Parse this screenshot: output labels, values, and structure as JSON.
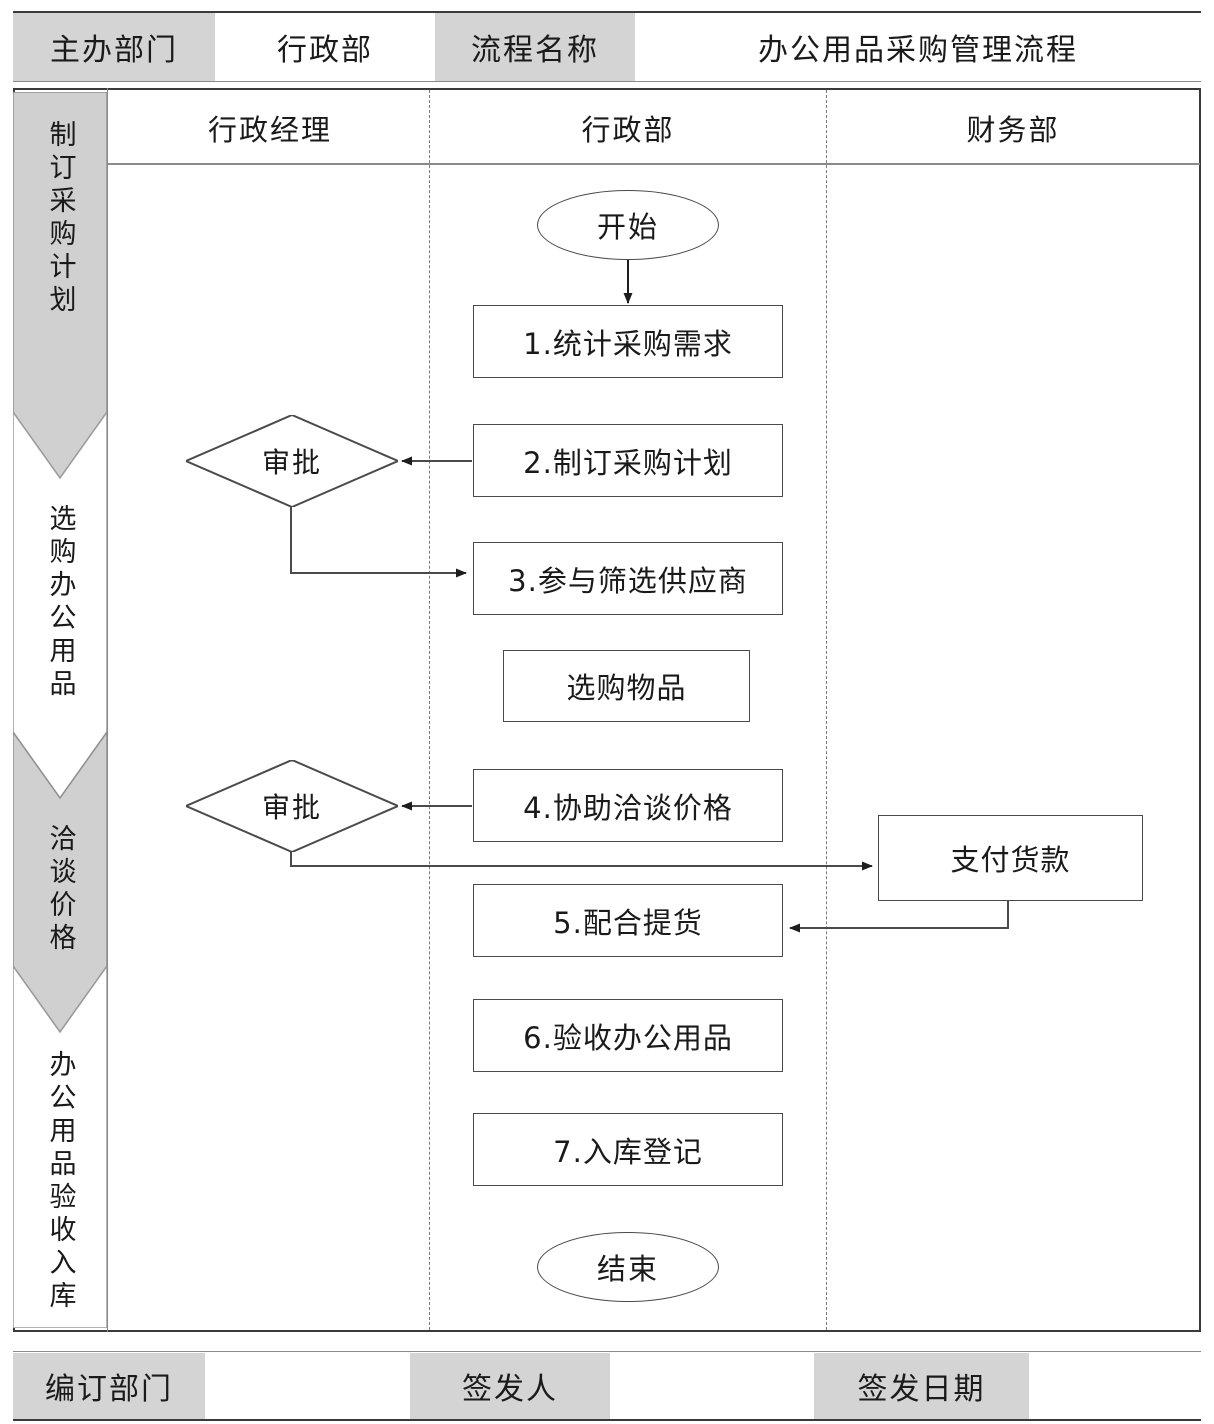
{
  "header": {
    "dept_label": "主办部门",
    "dept_value": "行政部",
    "process_label": "流程名称",
    "process_value": "办公用品采购管理流程"
  },
  "lanes": [
    {
      "label": "行政经理"
    },
    {
      "label": "行政部"
    },
    {
      "label": "财务部"
    }
  ],
  "phases": [
    {
      "label": "制订采购计划",
      "shaded": true
    },
    {
      "label": "选购办公用品",
      "shaded": false
    },
    {
      "label": "洽谈价格",
      "shaded": true
    },
    {
      "label": "办公用品验收入库",
      "shaded": false
    }
  ],
  "nodes": {
    "start": "开始",
    "step1": "1.统计采购需求",
    "step2": "2.制订采购计划",
    "step3": "3.参与筛选供应商",
    "select_goods": "选购物品",
    "step4": "4.协助洽谈价格",
    "pay": "支付货款",
    "step5": "5.配合提货",
    "step6": "6.验收办公用品",
    "step7": "7.入库登记",
    "end": "结束",
    "approve_1": "审批",
    "approve_2": "审批"
  },
  "footer": {
    "compiler_label": "编订部门",
    "compiler_value": "",
    "issuer_label": "签发人",
    "issuer_value": "",
    "issue_date_label": "签发日期",
    "issue_date_value": ""
  },
  "colors": {
    "shade": "#d4d4d4",
    "line": "#4a4a4a",
    "text": "#1a1a1a"
  }
}
